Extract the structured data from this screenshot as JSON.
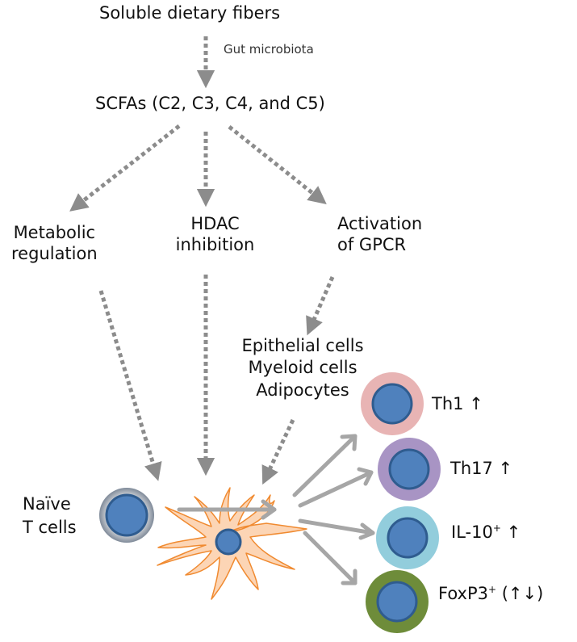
{
  "title_node": "Soluble dietary fibers",
  "edge_label": "Gut microbiota",
  "scfa_node": "SCFAs (C2, C3, C4, and C5)",
  "mechanisms": [
    {
      "line1": "Metabolic",
      "line2": "regulation"
    },
    {
      "line1": "HDAC",
      "line2": "inhibition"
    },
    {
      "line1": "Activation",
      "line2": "of GPCR"
    }
  ],
  "target_cells": [
    "Epithelial cells",
    "Myeloid cells",
    "Adipocytes"
  ],
  "naive": {
    "line1": "Naïve",
    "line2": "T cells"
  },
  "outcomes": [
    {
      "name": "Th1",
      "sup": "",
      "arrow": "↑",
      "ring_color": "#e8b4b4"
    },
    {
      "name": "Th17",
      "sup": "",
      "arrow": "↑",
      "ring_color": "#a894c4"
    },
    {
      "name": "IL-10",
      "sup": "+",
      "arrow": "↑",
      "ring_color": "#92cddc"
    },
    {
      "name": "FoxP3",
      "sup": "+",
      "arrow": " (↑↓)",
      "ring_color": "#6e8c3a"
    }
  ],
  "colors": {
    "nucleus": "#4f81bd",
    "nucleus_border": "#2f5c8f",
    "arrow": "#8c8c8c",
    "solid_arrow": "#a6a6a6",
    "dendritic_fill": "#fcd5b5",
    "dendritic_stroke": "#f08a30"
  }
}
